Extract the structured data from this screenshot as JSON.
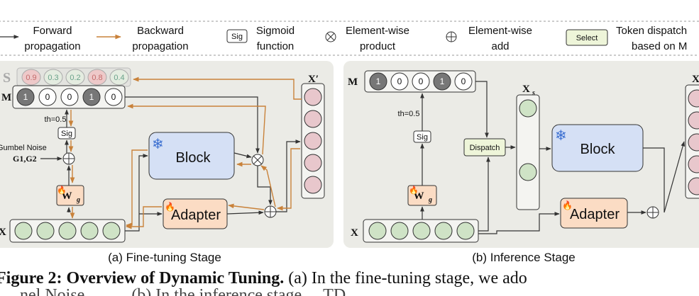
{
  "legend": {
    "forward": [
      "Forward",
      "propagation"
    ],
    "backward": [
      "Backward",
      "propagation"
    ],
    "sig_box": "Sig",
    "sigmoid": [
      "Sigmoid",
      "function"
    ],
    "elementwise_product": [
      "Element-wise",
      "product"
    ],
    "elementwise_add": [
      "Element-wise",
      "add"
    ],
    "select_box": "Select",
    "token_dispatch": [
      "Token dispatch",
      "based on M"
    ]
  },
  "finetune": {
    "s_label": "S",
    "s_values": [
      "0.9",
      "0.3",
      "0.2",
      "0.8",
      "0.4"
    ],
    "m_label": "M",
    "m_bits": [
      "1",
      "0",
      "0",
      "1",
      "0"
    ],
    "threshold": "th=0.5",
    "sig": "Sig",
    "gumbel_label": "Gumbel Noise",
    "gumbel_vars": "G1,G2",
    "wg": "W",
    "wg_sub": "g",
    "x_label": "X",
    "x_prime_label": "X′",
    "block": "Block",
    "adapter": "Adapter",
    "caption": "(a) Fine-tuning Stage"
  },
  "inference": {
    "m_label": "M",
    "m_bits": [
      "1",
      "0",
      "0",
      "1",
      "0"
    ],
    "threshold": "th=0.5",
    "sig": "Sig",
    "wg": "W",
    "wg_sub": "g",
    "x_label": "X",
    "xs_label": "X",
    "xs_sub": "s",
    "dispatch": "Dispatch",
    "block": "Block",
    "adapter": "Adapter",
    "caption": "(b) Inference Stage"
  },
  "figure_caption": {
    "bold": "Figure 2: Overview of Dynamic Tuning.",
    "rest": " (a) In the fine-tuning stage, we ado",
    "second_line": "…nel Noise …      …    (b) In the inference stage …TD …"
  },
  "colors": {
    "panel_bg": "#ebebe6",
    "token_green": "#cfe3c6",
    "token_pink": "#e8c7cc",
    "block_blue": "#d5e0f5",
    "adapter_orange": "#fbdcc4",
    "wg_orange": "#fbdcc4",
    "select_green": "#eef5d9",
    "backward_orange": "#c9823a",
    "forward_black": "#333333"
  }
}
